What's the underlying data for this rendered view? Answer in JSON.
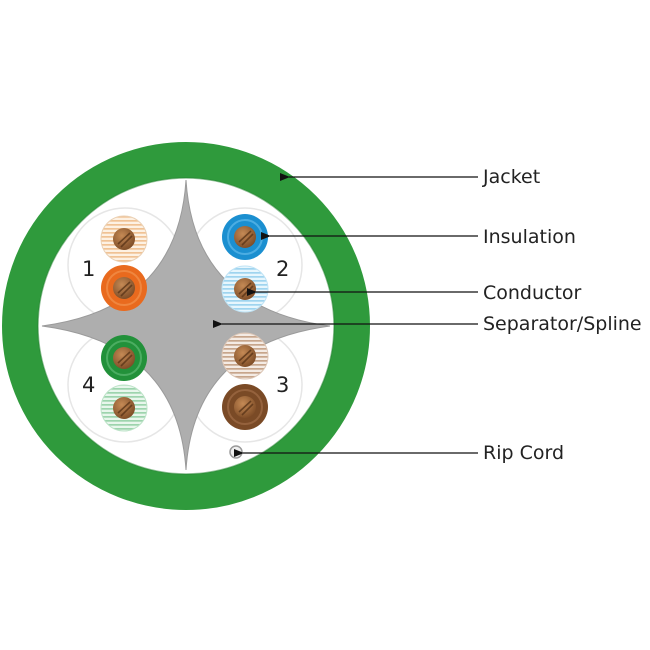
{
  "pairs": [
    {
      "number": "1",
      "wires": [
        "orange-white",
        "orange"
      ]
    },
    {
      "number": "2",
      "wires": [
        "blue",
        "blue-white"
      ]
    },
    {
      "number": "3",
      "wires": [
        "brown-white",
        "brown"
      ]
    },
    {
      "number": "4",
      "wires": [
        "green",
        "green-white"
      ]
    }
  ],
  "callouts": {
    "jacket": "Jacket",
    "insulation": "Insulation",
    "conductor": "Conductor",
    "separator": "Separator/Spline",
    "rip_cord": "Rip Cord"
  },
  "colors": {
    "jacket": "#2f9a3c",
    "separator": "#aeaeae",
    "copper": "#8a5a34",
    "orange": "#e96a1e",
    "orange_stripe": "#f2c59a",
    "blue": "#1b8fd0",
    "blue_stripe": "#a9dbf1",
    "brown": "#7a4a26",
    "brown_stripe": "#c9a58c",
    "green": "#22913a",
    "green_stripe": "#a6d9b4"
  }
}
